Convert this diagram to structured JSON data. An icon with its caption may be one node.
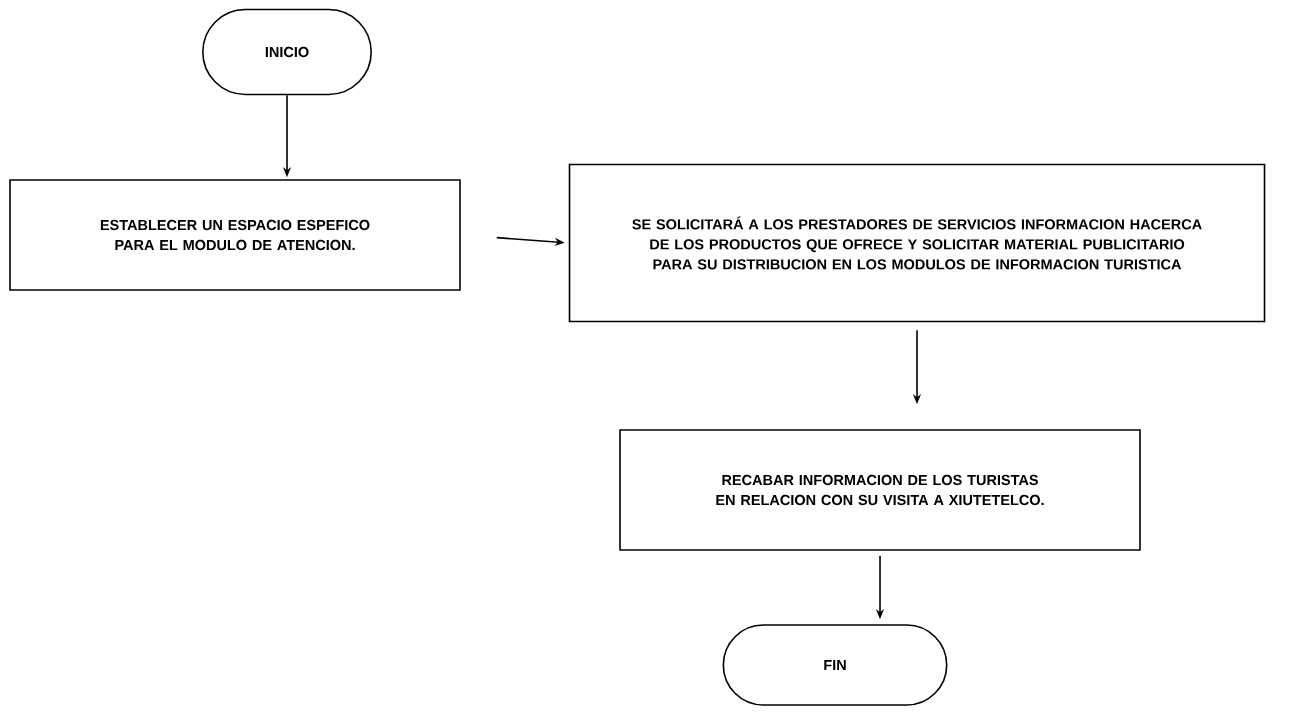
{
  "diagram": {
    "nodes": [
      {
        "text": [
          "INICIO"
        ]
      },
      {
        "text": [
          "ESTABLECER UN ESPACIO ESPEFICO PARA EL MODULO DE ATENCION."
        ]
      },
      {
        "text": [
          "SE SOLICITARÁ A LOS PRESTADORES DE SERVICIOS INFORMACION HACERCA DE LOS PRODUCTOS QUE OFRECE Y SOLICITAR MATERIAL PUBLICITARIO PARA SU DISTRIBUCION EN LOS MODULOS DE INFORMACION TURISTICA"
        ]
      },
      {
        "text": [
          "RECABAR INFORMACION DE LOS TURISTAS EN RELACION CON SU VISITA A XIUTETELCO."
        ]
      },
      {
        "text": [
          "FIN"
        ]
      }
    ],
    "edges": [
      {
        "from": 0,
        "to": 1,
        "arrow": "to"
      },
      {
        "from": 1,
        "to": 2,
        "arrow": "to"
      },
      {
        "from": 2,
        "to": 3,
        "arrow": "to"
      },
      {
        "from": 3,
        "to": 4,
        "arrow": "to"
      }
    ]
  }
}
